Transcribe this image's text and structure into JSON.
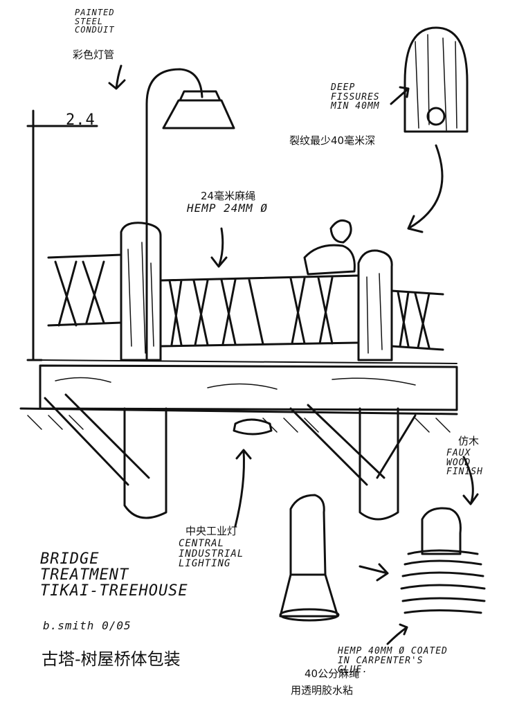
{
  "annotations": {
    "conduit_en": "PAINTED\nSTEEL\nCONDUIT",
    "conduit_cn": "彩色灯管",
    "dimension": "2.4",
    "fissures_en": "DEEP\nFISSURES\nMIN 40MM",
    "fissures_cn": "裂纹最少40毫米深",
    "rope_cn": "24毫米麻绳",
    "rope_en": "HEMP 24MM Ø",
    "faux_cn": "仿木",
    "faux_en": "FAUX\nWOOD\nFINISH",
    "lighting_cn": "中央工业灯",
    "lighting_en": "CENTRAL\nINDUSTRIAL\nLIGHTING",
    "title_en": "BRIDGE\nTREATMENT\nTIKAI-TREEHOUSE",
    "signature": "b.smith 0/05",
    "title_cn": "古塔-树屋桥体包装",
    "hemp_en": "HEMP 40MM Ø COATED\nIN CARPENTER'S\nGLUE.",
    "hemp_cn_1": "40公分麻绳",
    "hemp_cn_2": "用透明胶水粘"
  }
}
